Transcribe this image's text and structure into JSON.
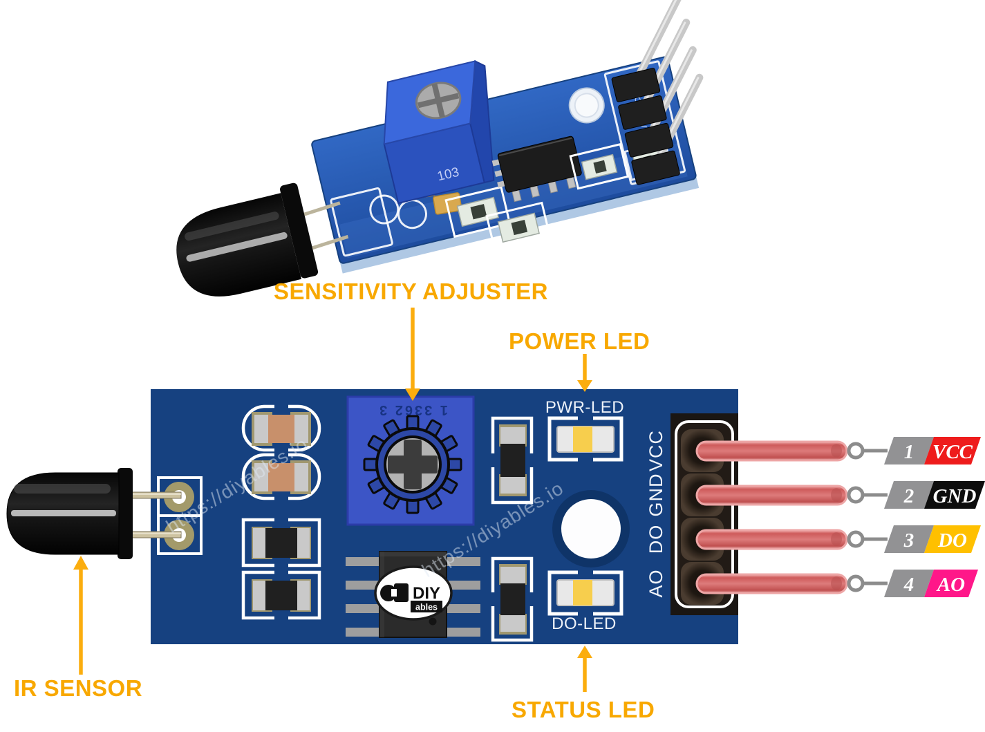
{
  "colors": {
    "background": "#FFFFFF",
    "board": "#164180",
    "pot_body": "#3C55C6",
    "accent_label": "#F8A800",
    "arrow": "#FBAD0E",
    "silkscreen": "#FFFFFF",
    "red_pin": "#D96A6A",
    "tag_number_bg": "#929294"
  },
  "photo": {
    "pot_marking": "103",
    "silkscreen_pins": "AO DO GND VCC"
  },
  "labels": {
    "sensitivity": "SENSITIVITY ADJUSTER",
    "power_led": "POWER LED",
    "ir_sensor": "IR SENSOR",
    "status_led": "STATUS LED"
  },
  "board": {
    "pot_marking": "1 3362 3",
    "silkscreen": {
      "pwr_led": "PWR-LED",
      "do_led": "DO-LED"
    },
    "pin_names": [
      "VCC",
      "GND",
      "DO",
      "AO"
    ],
    "logo": {
      "diy": "DIY",
      "ables": "ables"
    }
  },
  "watermark": {
    "text": "https://diyables.io"
  },
  "pins": [
    {
      "num": "1",
      "name": "VCC",
      "color": "#EE1C1C"
    },
    {
      "num": "2",
      "name": "GND",
      "color": "#0D0D0D"
    },
    {
      "num": "3",
      "name": "DO",
      "color": "#FFC000"
    },
    {
      "num": "4",
      "name": "AO",
      "color": "#FF1789"
    }
  ]
}
